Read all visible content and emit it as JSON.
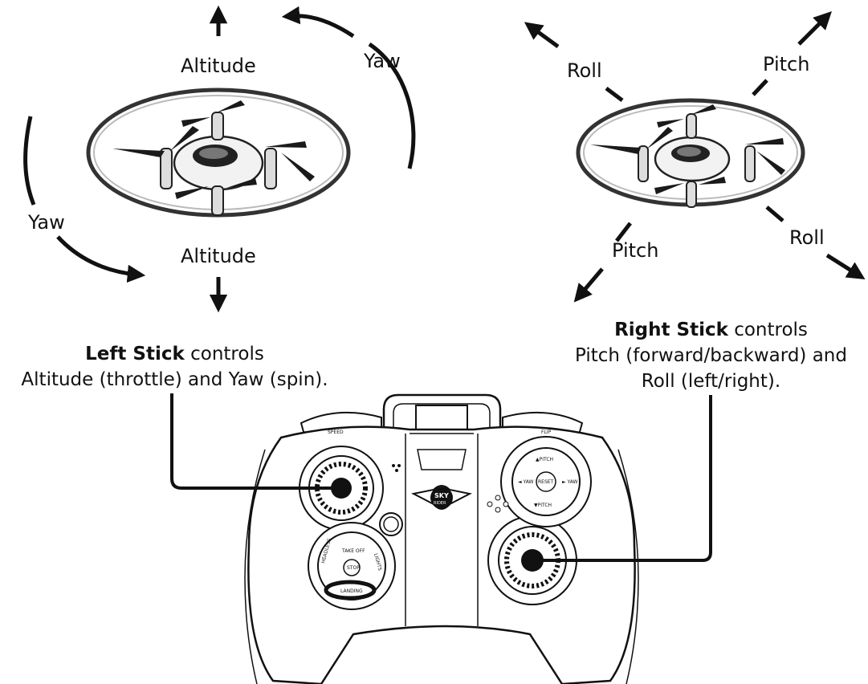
{
  "left_diagram": {
    "altitude_top": "Altitude",
    "altitude_bottom": "Altitude",
    "yaw_right": "Yaw",
    "yaw_left": "Yaw"
  },
  "right_diagram": {
    "roll_top": "Roll",
    "pitch_top": "Pitch",
    "pitch_bottom": "Pitch",
    "roll_bottom": "Roll"
  },
  "left_caption": {
    "bold": "Left Stick",
    "rest": " controls",
    "line2": "Altitude (throttle) and Yaw (spin)."
  },
  "right_caption": {
    "bold": "Right Stick",
    "rest": " controls",
    "line2": "Pitch (forward/backward) and",
    "line3": "Roll (left/right)."
  },
  "controller": {
    "speed_label": "SPEED",
    "flip_label": "FLIP",
    "pitch_up": "▲PITCH",
    "pitch_down": "▼PITCH",
    "yaw_left": "◄ YAW",
    "yaw_right": "► YAW",
    "reset": "RESET",
    "take_off": "TAKE OFF",
    "stop": "STOP",
    "landing": "LANDING",
    "headless": "HEADLESS",
    "lights": "LIGHTS",
    "logo_top": "SKY",
    "logo_bottom": "RIDER"
  }
}
